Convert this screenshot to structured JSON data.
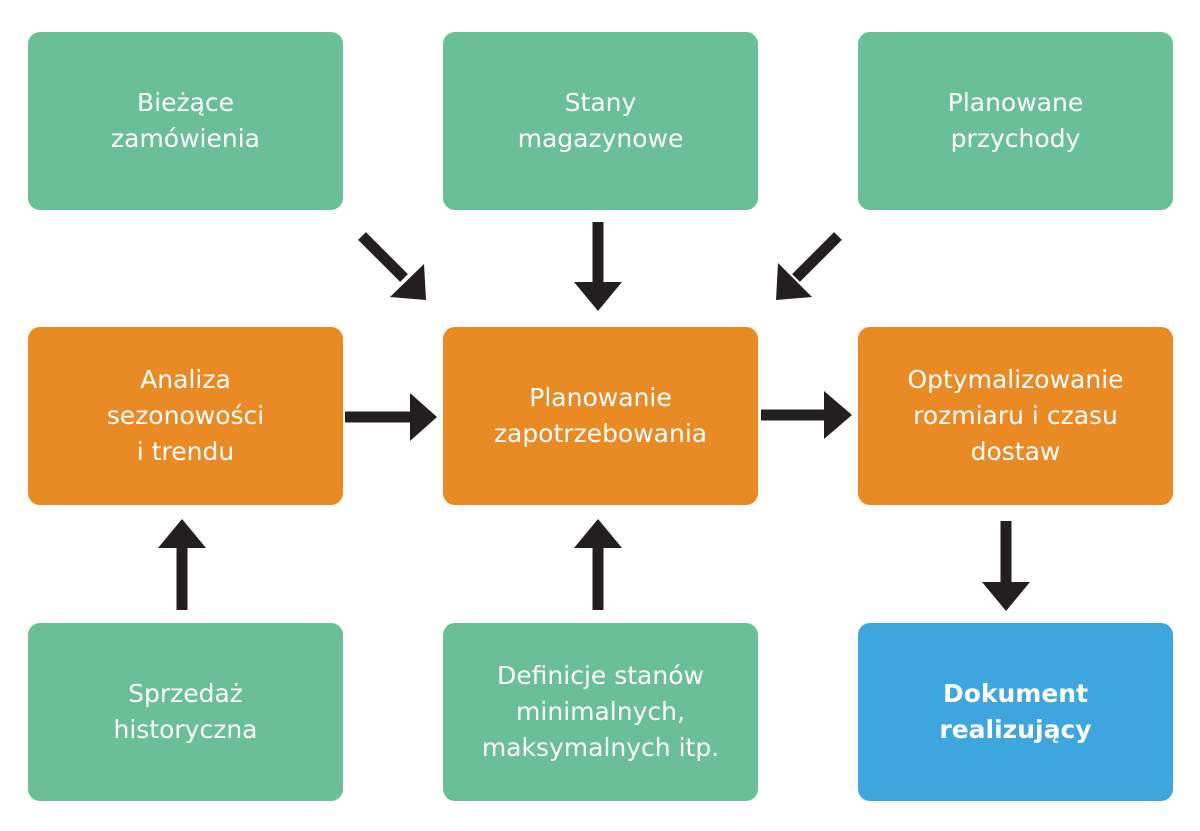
{
  "nodes": {
    "current_orders": "Bieżące\nzamówienia",
    "stock_levels": "Stany\nmagazynowe",
    "planned_receipts": "Planowane\nprzychody",
    "seasonality_analysis": "Analiza\nsezonowości\ni trendu",
    "demand_planning": "Planowanie\nzapotrzebowania",
    "delivery_optimization": "Optymalizowanie\nrozmiaru i czasu\ndostaw",
    "historical_sales": "Sprzedaż\nhistoryczna",
    "stock_definitions": "Definicje stanów\nminimalnych,\nmaksymalnych itp.",
    "execution_document": "Dokument\nrealizujący"
  },
  "colors": {
    "input": "#6bbf98",
    "process": "#e98a24",
    "output": "#3ea6de",
    "arrow": "#231f20"
  }
}
